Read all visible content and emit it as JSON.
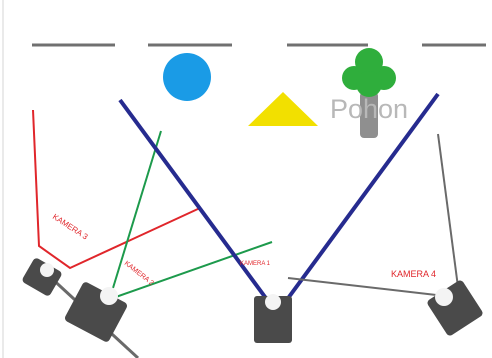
{
  "diagram": {
    "labels": {
      "tree": "Pohon",
      "camera_1": "KAMERA 1",
      "camera_2": "KAMERA 2",
      "camera_3": "KAMERA 3",
      "camera_4": "KAMERA 4"
    },
    "shapes": {
      "circle": "circle",
      "triangle": "triangle",
      "tree": "tree"
    },
    "colors": {
      "wall": "#707070",
      "circle": "#1a9be6",
      "triangle": "#f2e000",
      "tree_canopy": "#2fae3c",
      "tree_trunk": "#8f8f8f",
      "camera_body": "#4a4a4a",
      "camera_lens": "#f4f4f4",
      "view_blue": "#262b8f",
      "view_green": "#1d9a4c",
      "view_red": "#e0262b",
      "view_gray": "#6a6a6a",
      "label_red": "#e0262b",
      "label_gray": "#b8b8b8"
    }
  }
}
